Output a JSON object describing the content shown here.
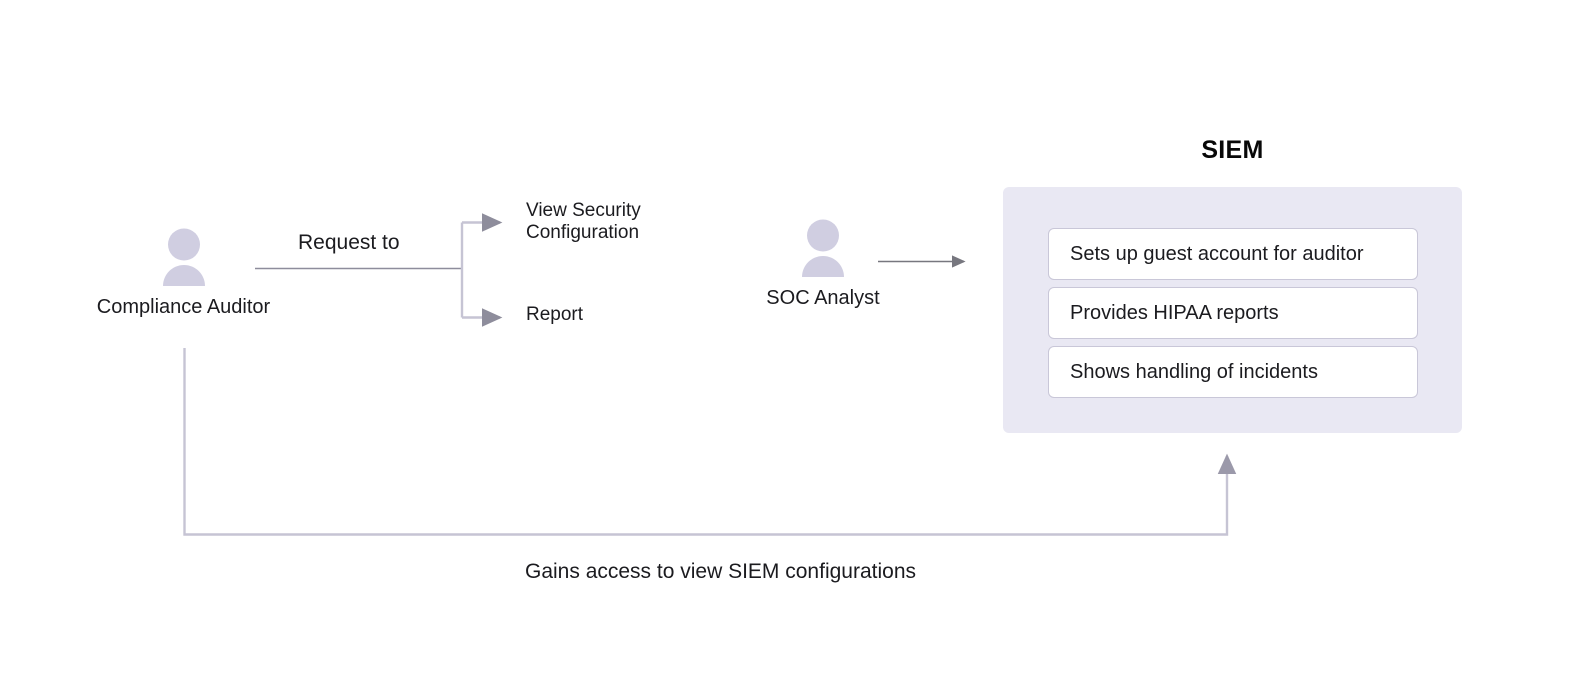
{
  "diagram": {
    "title_visible": false,
    "actors": [
      {
        "id": "compliance-auditor",
        "label": "Compliance Auditor",
        "icon": "person-icon"
      },
      {
        "id": "soc-analyst",
        "label": "SOC Analyst",
        "icon": "person-icon"
      }
    ],
    "edge_labels": {
      "request_to": "Request to",
      "bottom_caption": "Gains access to view SIEM configurations"
    },
    "branches": [
      {
        "id": "view-security-configuration",
        "label": "View Security\nConfiguration"
      },
      {
        "id": "report",
        "label": "Report"
      }
    ],
    "group": {
      "title": "SIEM",
      "items": [
        {
          "id": "sets-up-guest-account",
          "label": "Sets up guest account for auditor"
        },
        {
          "id": "provides-hipaa-reports",
          "label": "Provides HIPAA reports"
        },
        {
          "id": "shows-handling-of-incidents",
          "label": "Shows handling of incidents"
        }
      ]
    },
    "colors": {
      "background": "#ffffff",
      "text": "#1b1b1f",
      "person_fill": "#d0cee1",
      "group_fill": "#e9e8f3",
      "card_fill": "#ffffff",
      "card_border": "#c9c7d8",
      "connector_light": "#c6c4d4",
      "connector_dark": "#7e7e8c"
    }
  }
}
